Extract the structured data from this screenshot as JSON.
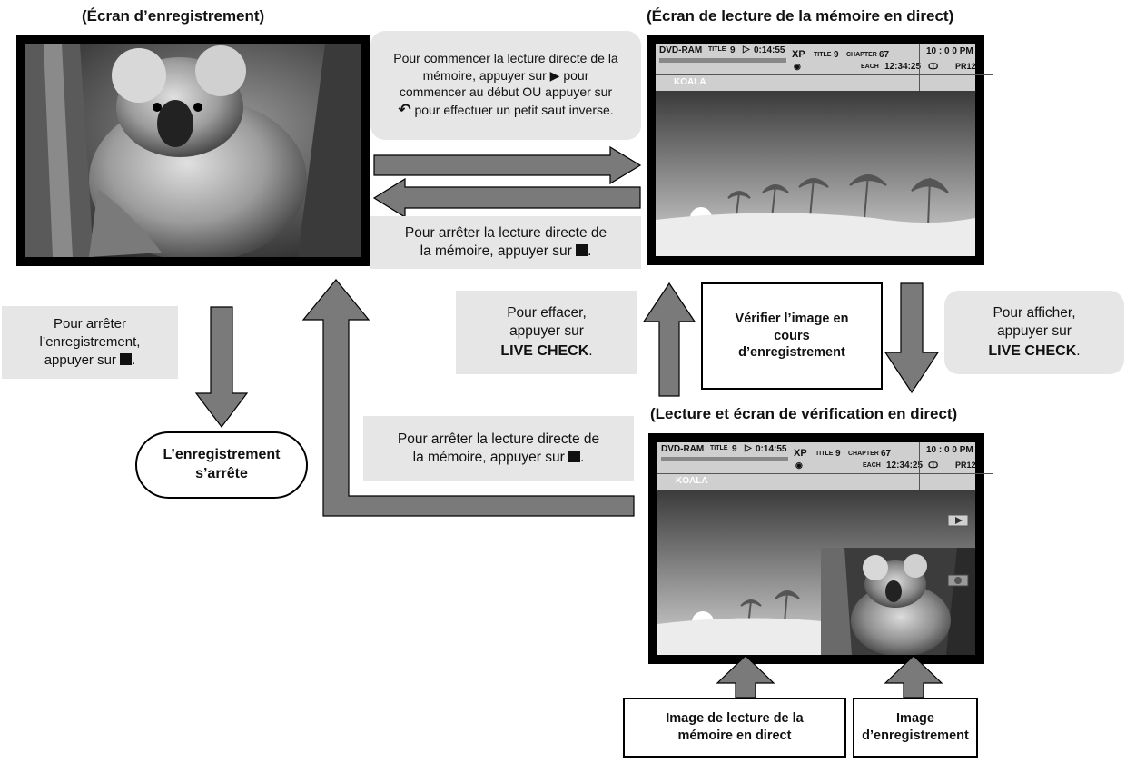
{
  "titles": {
    "recording_screen": "(Écran d’enregistrement)",
    "live_memory_screen": "(Écran de lecture de la mémoire en direct)",
    "live_check_screen": "(Lecture et écran de vérification en direct)"
  },
  "captions": {
    "start_live_memory": [
      "Pour commencer la lecture directe de la",
      "mémoire, appuyer sur",
      "pour",
      "commencer au début OU appuyer sur",
      "pour effectuer un petit saut inverse."
    ],
    "stop_live_memory_top": [
      "Pour arrêter la lecture directe de",
      "la mémoire, appuyer sur",
      "."
    ],
    "stop_recording": [
      "Pour arrêter",
      "l’enregistrement,",
      "appuyer sur",
      "."
    ],
    "erase": [
      "Pour effacer,",
      "appuyer sur",
      "LIVE CHECK",
      "."
    ],
    "display": [
      "Pour afficher,",
      "appuyer sur",
      "LIVE CHECK",
      "."
    ],
    "stop_live_memory_bottom": [
      "Pour arrêter la lecture directe de",
      "la mémoire, appuyer sur",
      "."
    ]
  },
  "boxes": {
    "verify_image": [
      "Vérifier l’image en",
      "cours",
      "d’enregistrement"
    ],
    "recording_stops": [
      "L’enregistrement",
      "s’arrête"
    ],
    "playback_image": [
      "Image de lecture de la",
      "mémoire en direct"
    ],
    "recording_image": [
      "Image",
      "d’enregistrement"
    ]
  },
  "osd": {
    "disc": "DVD-RAM",
    "title_label": "TITLE",
    "title_num": "9",
    "time": "0:14:55",
    "mode": "XP",
    "title2_label": "TITLE",
    "title2_num": "9",
    "chapter_label": "CHAPTER",
    "chapter_num": "67",
    "each": "EACH",
    "counter": "12:34:25",
    "clock": "10 : 0 0 PM",
    "program": "PR12",
    "name": "KOALA"
  },
  "colors": {
    "arrow_fill": "#7a7a7a",
    "caption_bg": "#e6e6e6",
    "osd_bg": "#cfcfcf"
  }
}
